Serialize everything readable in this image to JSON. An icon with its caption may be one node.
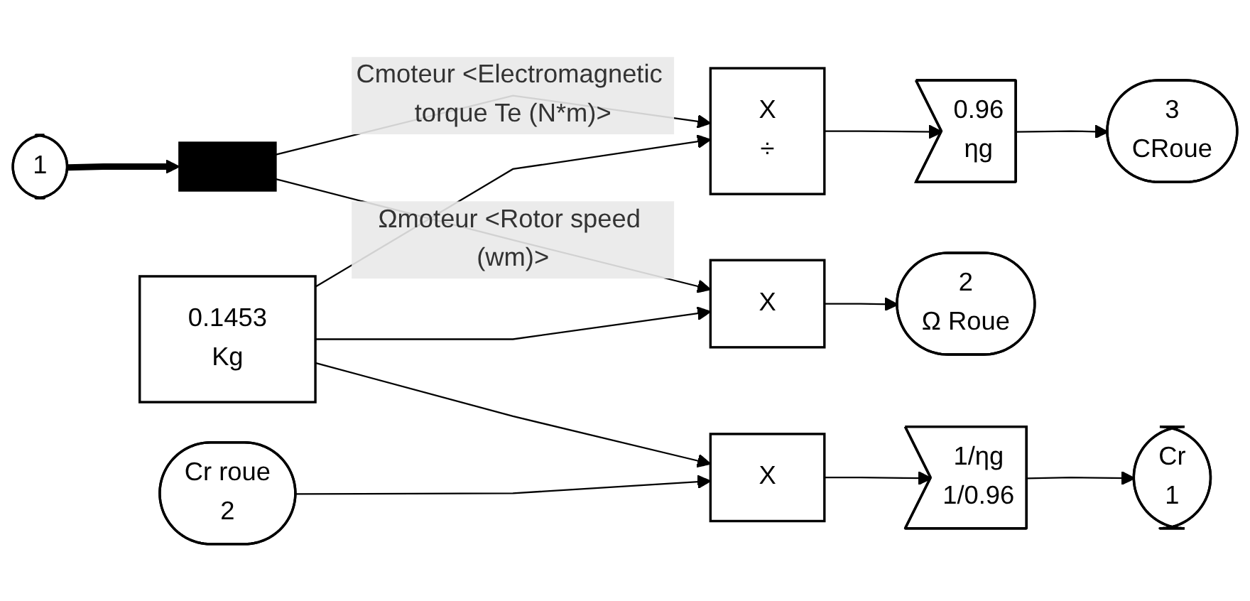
{
  "diagram": {
    "nodes": [
      {
        "text": [
          "1"
        ]
      },
      {
        "text": [],
        "shape": "bar"
      },
      {
        "text": [
          "X"
        ]
      },
      {
        "text": [
          "X",
          "÷"
        ]
      },
      {
        "text": [
          "0.1453",
          "Kg"
        ]
      },
      {
        "text": [
          "0.96",
          "ηg"
        ]
      },
      {
        "text": [
          "2",
          "Ω Roue"
        ]
      },
      {
        "text": [
          "3",
          "CRoue"
        ]
      },
      {
        "text": [
          "Cr",
          "1"
        ]
      },
      {
        "text": [
          "1/ηg",
          "1/0.96"
        ]
      },
      {
        "text": [
          "X"
        ]
      },
      {
        "text": [
          "Cr roue",
          "2"
        ]
      }
    ],
    "edges": [
      {
        "from": 0,
        "to": 1,
        "arrow": "to",
        "style": "thick"
      },
      {
        "from": 1,
        "to": 2,
        "arrow": "to",
        "label": "Ωmoteur <Rotor speed (wm)>"
      },
      {
        "from": 1,
        "to": 3,
        "arrow": "to",
        "label": "Cmoteur <Electromagnetic torque Te (N*m)>"
      },
      {
        "from": 4,
        "to": 2,
        "arrow": "to"
      },
      {
        "from": 4,
        "to": 3,
        "arrow": "to"
      },
      {
        "from": 4,
        "to": 10,
        "arrow": "to"
      },
      {
        "from": 2,
        "to": 6,
        "arrow": "to"
      },
      {
        "from": 3,
        "to": 5,
        "arrow": "to"
      },
      {
        "from": 5,
        "to": 7,
        "arrow": "to"
      },
      {
        "from": 11,
        "to": 10,
        "arrow": "to"
      },
      {
        "from": 10,
        "to": 9,
        "arrow": "to"
      },
      {
        "from": 9,
        "to": 8,
        "arrow": "to"
      }
    ]
  }
}
